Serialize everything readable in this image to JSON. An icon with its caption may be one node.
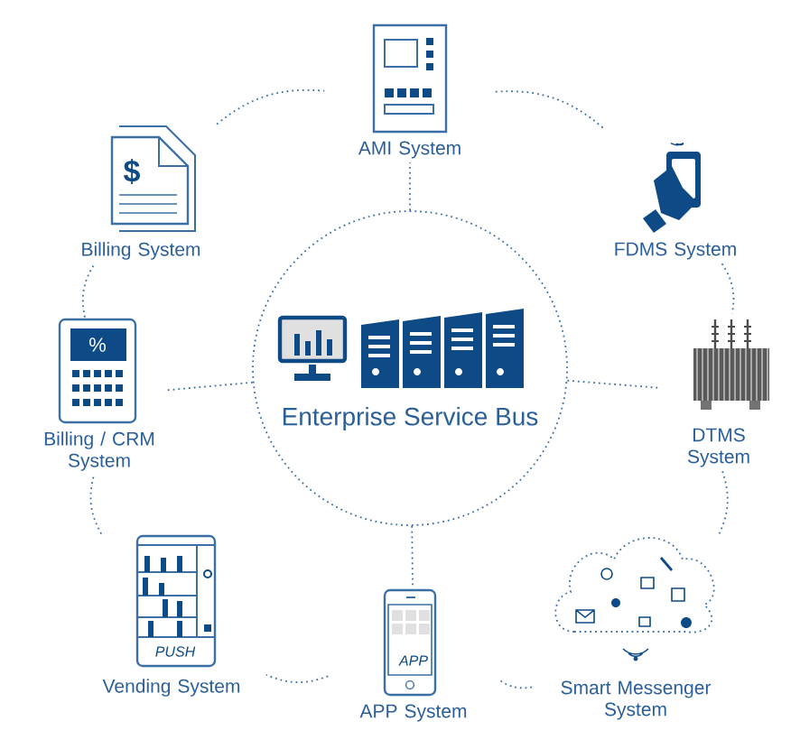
{
  "diagram": {
    "nodes": [
      {
        "text": [
          "AMI System"
        ]
      },
      {
        "text": [
          "$",
          "Billing System"
        ]
      },
      {
        "text": [
          "FDMS System"
        ]
      },
      {
        "text": [
          "%",
          "Billing / CRM System"
        ]
      },
      {
        "text": [
          "Enterprise Service Bus"
        ]
      },
      {
        "text": [
          "DTMS System"
        ]
      },
      {
        "text": [
          "PUSH",
          "Vending System"
        ]
      },
      {
        "text": [
          "APP",
          "APP System"
        ]
      },
      {
        "text": [
          "Smart Messenger System"
        ]
      }
    ],
    "edges": [
      {
        "from": 1,
        "to": 0,
        "arrow": "none"
      },
      {
        "from": 0,
        "to": 2,
        "arrow": "none"
      },
      {
        "from": 2,
        "to": 5,
        "arrow": "none"
      },
      {
        "from": 5,
        "to": 8,
        "arrow": "none"
      },
      {
        "from": 8,
        "to": 7,
        "arrow": "none"
      },
      {
        "from": 7,
        "to": 6,
        "arrow": "none"
      },
      {
        "from": 6,
        "to": 3,
        "arrow": "none"
      },
      {
        "from": 3,
        "to": 1,
        "arrow": "none"
      },
      {
        "from": 4,
        "to": 0,
        "arrow": "none"
      },
      {
        "from": 4,
        "to": 3,
        "arrow": "none"
      },
      {
        "from": 4,
        "to": 5,
        "arrow": "none"
      },
      {
        "from": 4,
        "to": 7,
        "arrow": "none"
      }
    ]
  }
}
